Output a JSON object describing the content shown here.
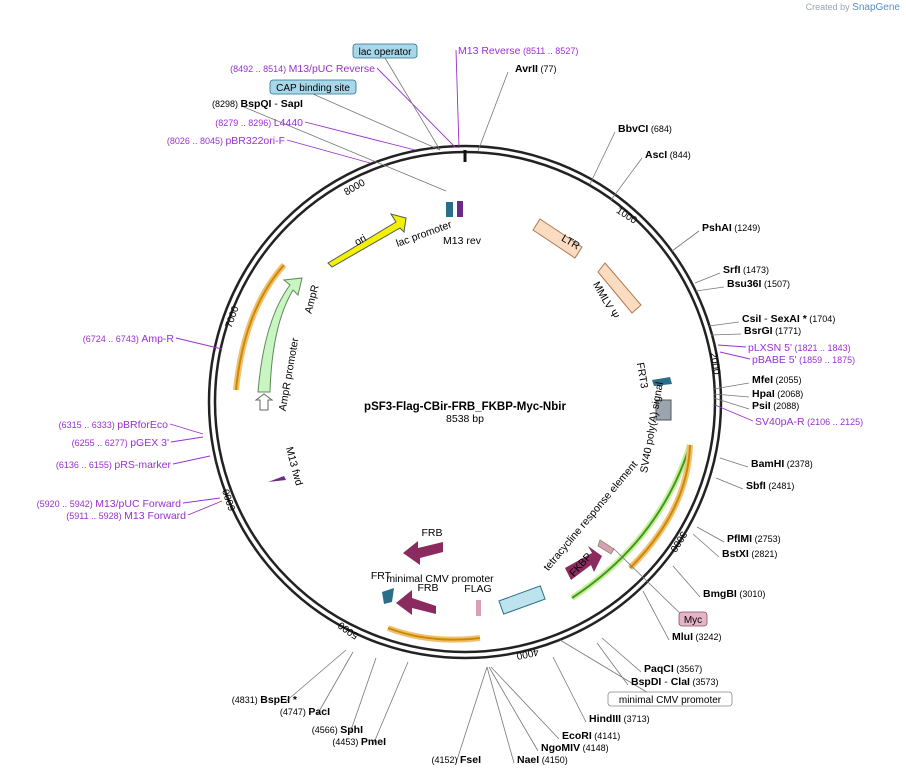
{
  "credit": {
    "created_by": "Created by",
    "brand": "SnapGene"
  },
  "plasmid": {
    "name": "pSF3-Flag-CBir-FRB_FKBP-Myc-Nbir",
    "length": "8538 bp"
  },
  "ticks": [
    "1000",
    "2000",
    "3000",
    "4000",
    "5000",
    "6000",
    "7000",
    "8000"
  ],
  "colors": {
    "enzyme": "#000000",
    "primer": "#9b30d0",
    "feature_label": "#000000"
  },
  "enzymes": [
    {
      "name": "AvrII",
      "pos": "(77)"
    },
    {
      "name": "BbvCI",
      "pos": "(684)"
    },
    {
      "name": "AscI",
      "pos": "(844)"
    },
    {
      "name": "PshAI",
      "pos": "(1249)"
    },
    {
      "name": "SrfI",
      "pos": "(1473)"
    },
    {
      "name": "Bsu36I",
      "pos": "(1507)"
    },
    {
      "name": "CsiI",
      "sep": " - ",
      "name2": "SexAI *",
      "pos": "(1704)"
    },
    {
      "name": "BsrGI",
      "pos": "(1771)"
    },
    {
      "name": "MfeI",
      "pos": "(2055)"
    },
    {
      "name": "HpaI",
      "pos": "(2068)"
    },
    {
      "name": "PsiI",
      "pos": "(2088)"
    },
    {
      "name": "BamHI",
      "pos": "(2378)"
    },
    {
      "name": "SbfI",
      "pos": "(2481)"
    },
    {
      "name": "PflMI",
      "pos": "(2753)"
    },
    {
      "name": "BstXI",
      "pos": "(2821)"
    },
    {
      "name": "BmgBI",
      "pos": "(3010)"
    },
    {
      "name": "MluI",
      "pos": "(3242)"
    },
    {
      "name": "PaqCI",
      "pos": "(3567)"
    },
    {
      "name": "BspDI",
      "sep": " - ",
      "name2": "ClaI",
      "pos": "(3573)"
    },
    {
      "name": "HindIII",
      "pos": "(3713)"
    },
    {
      "name": "EcoRI",
      "pos": "(4141)"
    },
    {
      "name": "NgoMIV",
      "pos": "(4148)"
    },
    {
      "name": "NaeI",
      "pos": "(4150)"
    },
    {
      "name": "FseI",
      "pos": "(4152)"
    },
    {
      "name": "PmeI",
      "pos": "(4453)"
    },
    {
      "name": "SphI",
      "pos": "(4566)"
    },
    {
      "name": "PacI",
      "pos": "(4747)"
    },
    {
      "name": "BspEI *",
      "pos": "(4831)"
    },
    {
      "name": "BspQI",
      "sep": " - ",
      "name2": "SapI",
      "pos": "(8298)"
    }
  ],
  "primers": [
    {
      "name": "M13 Reverse",
      "range": "(8511 .. 8527)"
    },
    {
      "name": "M13/pUC Reverse",
      "range": "(8492 .. 8514)"
    },
    {
      "name": "L4440",
      "range": "(8279 .. 8296)"
    },
    {
      "name": "pBR322ori-F",
      "range": "(8026 .. 8045)"
    },
    {
      "name": "pLXSN 5'",
      "range": "(1821 .. 1843)"
    },
    {
      "name": "pBABE 5'",
      "range": "(1859 .. 1875)"
    },
    {
      "name": "SV40pA-R",
      "range": "(2106 .. 2125)"
    },
    {
      "name": "Amp-R",
      "range": "(6724 .. 6743)"
    },
    {
      "name": "pBRforEco",
      "range": "(6315 .. 6333)"
    },
    {
      "name": "pGEX 3'",
      "range": "(6255 .. 6277)"
    },
    {
      "name": "pRS-marker",
      "range": "(6136 .. 6155)"
    },
    {
      "name": "M13/pUC Forward",
      "range": "(5920 .. 5942)"
    },
    {
      "name": "M13 Forward",
      "range": "(5911 .. 5928)"
    }
  ],
  "boxed_features": [
    "lac operator",
    "CAP binding site",
    "Myc",
    "minimal CMV promoter"
  ],
  "features": [
    "ori",
    "lac promoter",
    "M13 rev",
    "LTR",
    "MMLV Ψ",
    "AmpR",
    "AmpR promoter",
    "FRT3",
    "SV40 poly(A) signal",
    "tetracycline response element",
    "FKBP",
    "FLAG",
    "minimal CMV promoter",
    "FRB",
    "FRB",
    "FRT",
    "M13 fwd"
  ]
}
